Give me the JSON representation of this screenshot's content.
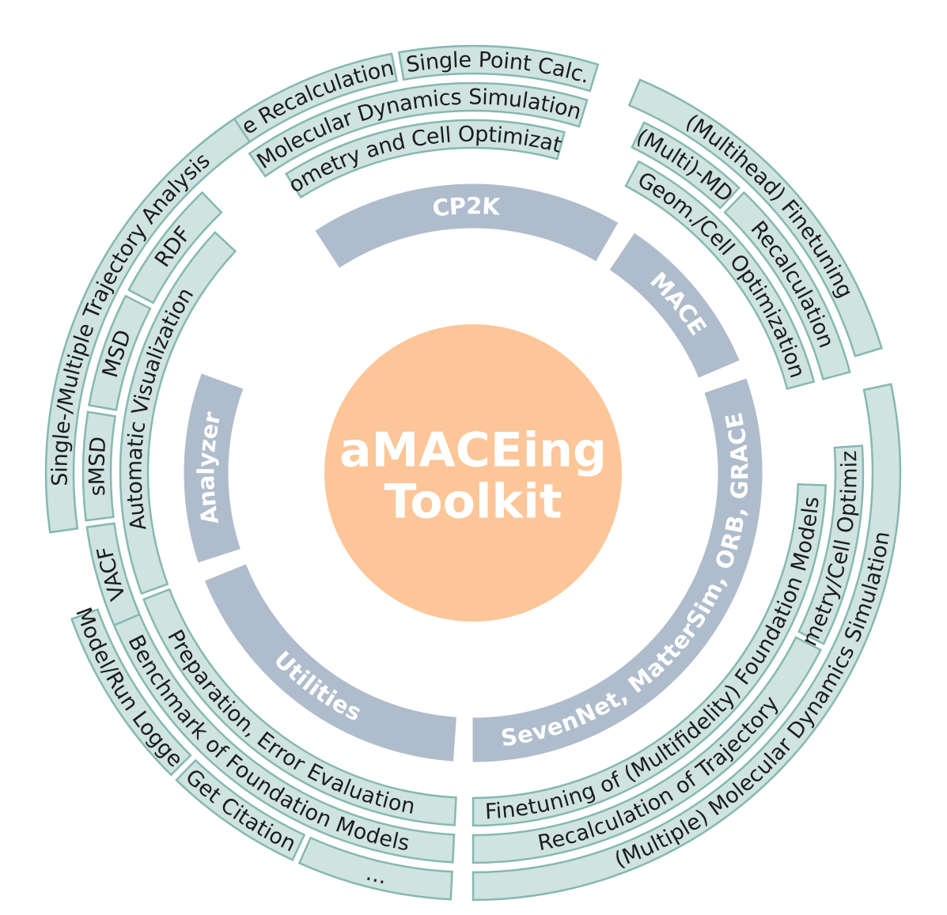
{
  "center": {
    "line1": "aMACEing",
    "line2": "Toolkit",
    "fill": "#fcc698"
  },
  "colors": {
    "module": "#afbccb",
    "feature_fill": "#cfe3e0",
    "feature_stroke": "#86b8b1"
  },
  "modules": [
    {
      "id": "cp2k",
      "label": "CP2K",
      "rings": [
        [
          "Force Recalculation",
          "Single Point Calc."
        ],
        [
          "Molecular Dynamics Simulation"
        ],
        [
          "Geometry and Cell Optimization"
        ]
      ]
    },
    {
      "id": "mace",
      "label": "MACE",
      "rings": [
        [
          "(Multihead) Finetuning"
        ],
        [
          "(Multi)-MD",
          "Recalculation"
        ],
        [
          "Geom./Cell Optimization"
        ]
      ]
    },
    {
      "id": "foundation",
      "label": "SevenNet, MatterSim, ORB, GRACE",
      "rings": [
        [
          "(Multiple) Molecular Dynamics Simulation"
        ],
        [
          "Geometry/Cell Optimization",
          "Recalculation of Trajectory"
        ],
        [
          "Finetuning of (Multifidelity) Foundation Models"
        ]
      ]
    },
    {
      "id": "utilities",
      "label": "Utilities",
      "rings": [
        [
          "Model/Run Logger",
          "Get Citation",
          "..."
        ],
        [
          "Benchmark of Foundation Models"
        ],
        [
          "Preparation, Error Evaluation"
        ]
      ]
    },
    {
      "id": "analyzer",
      "label": "Analyzer",
      "rings": [
        [
          "Single-/Multiple Trajectory Analysis"
        ],
        [
          "RDF",
          "MSD",
          "sMSD",
          "VACF"
        ],
        [
          "Automatic Visualization"
        ]
      ]
    }
  ]
}
